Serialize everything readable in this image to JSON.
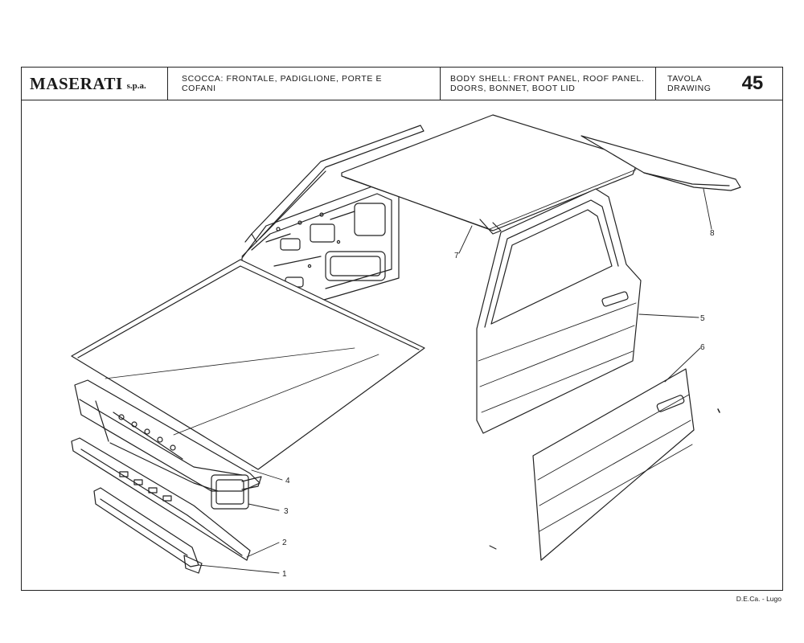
{
  "header": {
    "brand": "MASERATI",
    "brand_suffix": "s.p.a.",
    "caption_it_line1": "SCOCCA: FRONTALE, PADIGLIONE, PORTE E",
    "caption_it_line2": "COFANI",
    "caption_en_line1": "BODY SHELL: FRONT PANEL, ROOF PANEL.",
    "caption_en_line2": "DOORS, BONNET, BOOT LID",
    "tavola_label": "TAVOLA",
    "drawing_label": "DRAWING",
    "table_number": "45"
  },
  "callouts": [
    "1",
    "2",
    "3",
    "4",
    "5",
    "6",
    "7",
    "8"
  ],
  "footer": {
    "credit": "D.E.Ca. - Lugo"
  }
}
